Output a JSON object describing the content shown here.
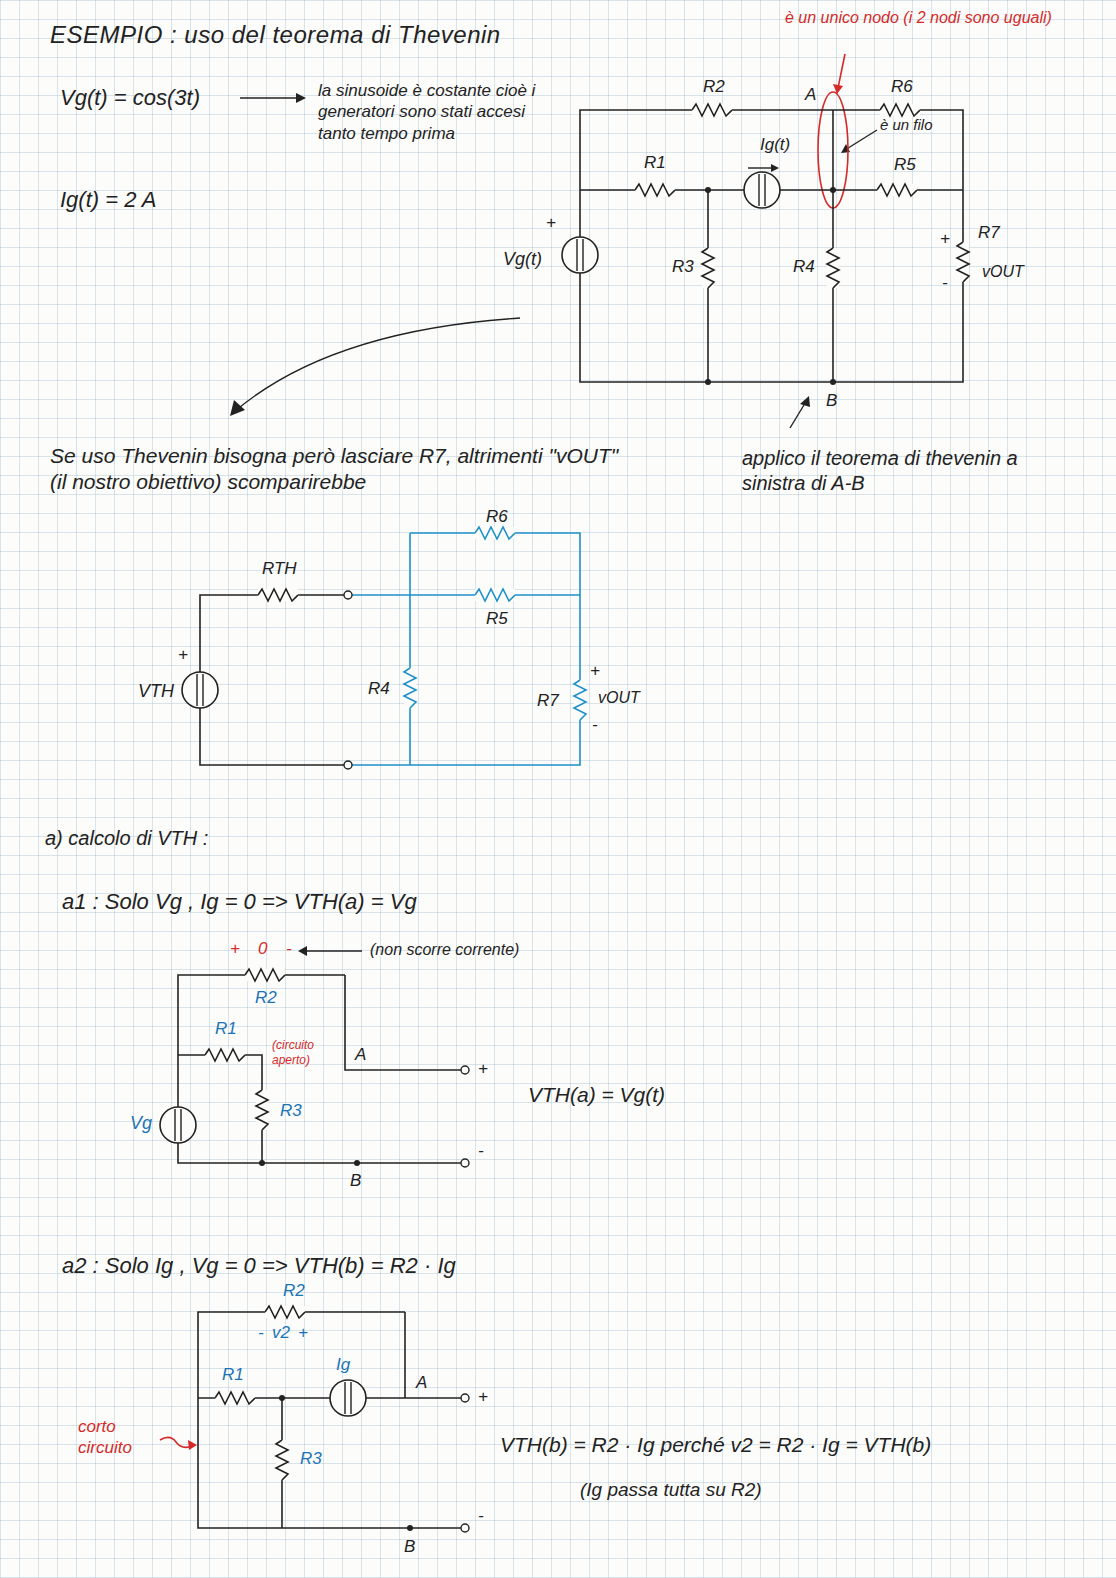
{
  "diagram": {
    "title": "ESEMPIO : uso del teorema di Thevenin",
    "labels": [
      "Vg(t) = cos(3t)",
      "la sinusoide è costante cioè i generatori sono stati accesi tanto tempo prima",
      "Ig(t) = 2 A",
      "è un unico nodo (i 2 nodi sono uguali)",
      "R2",
      "A",
      "R6",
      "R1",
      "Ig(t)",
      "è un filo",
      "R5",
      "+",
      "Vg(t)",
      "R3",
      "R4",
      "R7",
      "vOUT",
      "+",
      "-",
      "B",
      "applico il teorema di thevenin a sinistra di A-B",
      "Se uso Thevenin bisogna però lasciare R7, altrimenti \"vOUT\" (il nostro obiettivo) scomparirebbe",
      "RTH",
      "R6",
      "R5",
      "+",
      "VTH",
      "R4",
      "R7",
      "+",
      "vOUT",
      "-",
      "a) calcolo di VTH :",
      "a1 : Solo Vg , Ig = 0 => VTH(a) = Vg",
      "+",
      "0",
      "-",
      "(non scorre corrente)",
      "R2",
      "R1",
      "(circuito aperto)",
      "A",
      "+",
      "Vg",
      "R3",
      "-",
      "B",
      "VTH(a) = Vg(t)",
      "a2 : Solo Ig , Vg = 0 => VTH(b) = R2 · Ig",
      "R2",
      "-",
      "v2",
      "+",
      "R1",
      "Ig",
      "A",
      "+",
      "corto circuito",
      "R3",
      "-",
      "B",
      "VTH(b) = R2 · Ig perché v2 = R2 · Ig = VTH(b)",
      "(Ig passa tutta su R2)"
    ]
  }
}
